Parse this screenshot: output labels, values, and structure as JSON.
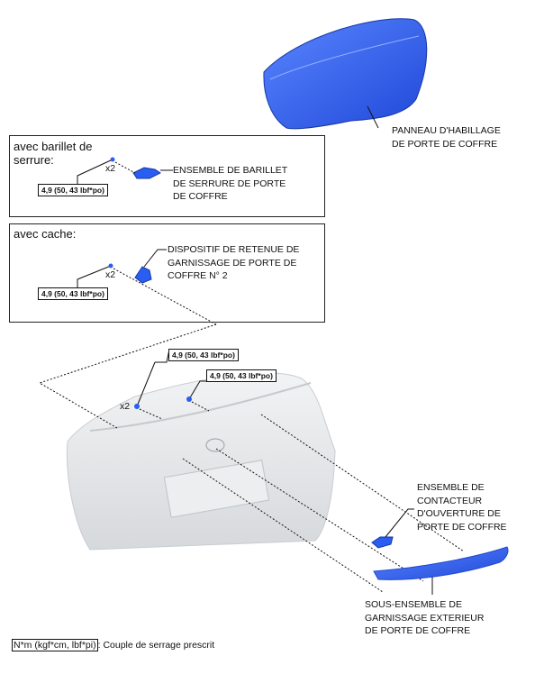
{
  "labels": {
    "panel": [
      "PANNEAU D'HABILLAGE",
      "DE PORTE DE COFFRE"
    ],
    "lock_cylinder": [
      "ENSEMBLE DE BARILLET",
      "DE SERRURE DE PORTE",
      "DE COFFRE"
    ],
    "retainer": [
      "DISPOSITIF DE RETENUE DE",
      "GARNISSAGE DE PORTE DE",
      "COFFRE N° 2"
    ],
    "opener_switch": [
      "ENSEMBLE DE",
      "CONTACTEUR",
      "D'OUVERTURE DE",
      "PORTE DE COFFRE"
    ],
    "garnish": [
      "SOUS-ENSEMBLE DE",
      "GARNISSAGE EXTERIEUR",
      "DE PORTE DE COFFRE"
    ]
  },
  "boxes": {
    "lock": {
      "heading": [
        "avec barillet de",
        "serrure:"
      ],
      "qty": "x2",
      "torque": "4,9 (50, 43 lbf*po)"
    },
    "cache": {
      "heading": [
        "avec cache:"
      ],
      "qty": "x2",
      "torque": "4,9 (50, 43 lbf*po)"
    }
  },
  "main": {
    "torque_1": "4,9 (50, 43 lbf*po)",
    "torque_2": "4,9 (50, 43 lbf*po)",
    "qty": "x2"
  },
  "legend": {
    "key": "N*m (kgf*cm, lbf*pi)",
    "text": ": Couple de serrage prescrit"
  },
  "colors": {
    "part": "#2a5ef0",
    "car": "#e4e6e8"
  }
}
